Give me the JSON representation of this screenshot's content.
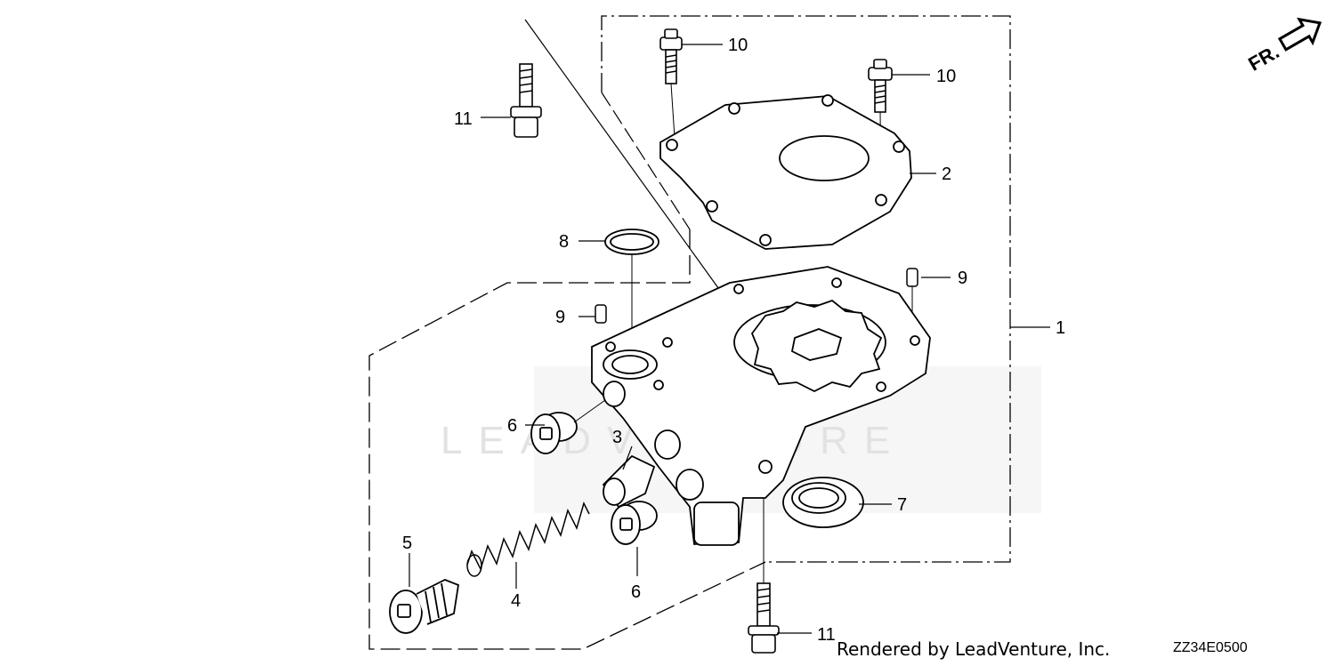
{
  "orientation_mark": "FR.",
  "callouts": {
    "c1": "1",
    "c2": "2",
    "c3": "3",
    "c4": "4",
    "c5": "5",
    "c6a": "6",
    "c6b": "6",
    "c7": "7",
    "c8": "8",
    "c9a": "9",
    "c9b": "9",
    "c10a": "10",
    "c10b": "10",
    "c11a": "11",
    "c11b": "11"
  },
  "watermark": {
    "brand": "LEADVENTURE"
  },
  "footer": {
    "credit": "Rendered by LeadVenture, Inc.",
    "diagram_code": "ZZ34E0500"
  },
  "colors": {
    "ink": "#000000",
    "watermark": "#d6d6d6",
    "background": "#ffffff"
  }
}
